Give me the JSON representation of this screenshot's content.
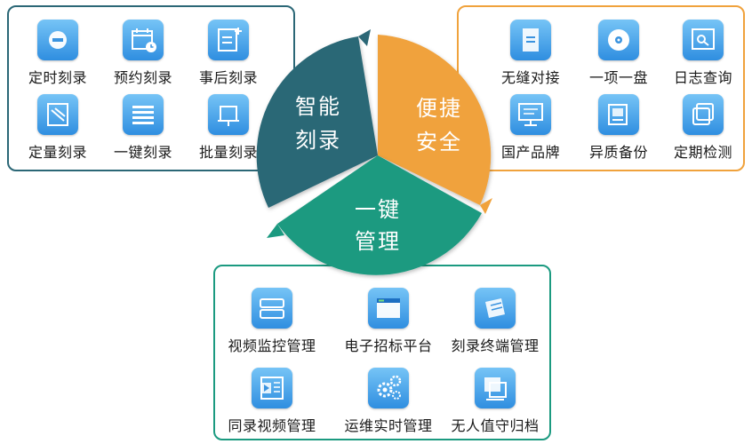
{
  "smart": {
    "title_line1": "智能",
    "title_line2": "刻录",
    "color": "#2b6776",
    "items": [
      {
        "label": "定时刻录",
        "icon": "timer-icon"
      },
      {
        "label": "预约刻录",
        "icon": "calendar-clock-icon"
      },
      {
        "label": "事后刻录",
        "icon": "add-document-icon"
      },
      {
        "label": "定量刻录",
        "icon": "quota-document-icon"
      },
      {
        "label": "一键刻录",
        "icon": "list-icon"
      },
      {
        "label": "批量刻录",
        "icon": "batch-frame-icon"
      }
    ]
  },
  "secure": {
    "title_line1": "便捷",
    "title_line2": "安全",
    "color": "#f0a23c",
    "items": [
      {
        "label": "无缝对接",
        "icon": "document-icon"
      },
      {
        "label": "一项一盘",
        "icon": "disc-icon"
      },
      {
        "label": "日志查询",
        "icon": "search-window-icon"
      },
      {
        "label": "国产品牌",
        "icon": "monitor-icon"
      },
      {
        "label": "异质备份",
        "icon": "backup-files-icon"
      },
      {
        "label": "定期检测",
        "icon": "stacked-windows-icon"
      }
    ]
  },
  "manage": {
    "title_line1": "一键",
    "title_line2": "管理",
    "color": "#1b9a80",
    "items": [
      {
        "label": "视频监控管理",
        "icon": "server-icon"
      },
      {
        "label": "电子招标平台",
        "icon": "browser-window-icon"
      },
      {
        "label": "刻录终端管理",
        "icon": "burner-terminal-icon"
      },
      {
        "label": "同录视频管理",
        "icon": "video-file-icon"
      },
      {
        "label": "运维实时管理",
        "icon": "gears-icon"
      },
      {
        "label": "无人值守归档",
        "icon": "archive-screen-icon"
      }
    ]
  }
}
